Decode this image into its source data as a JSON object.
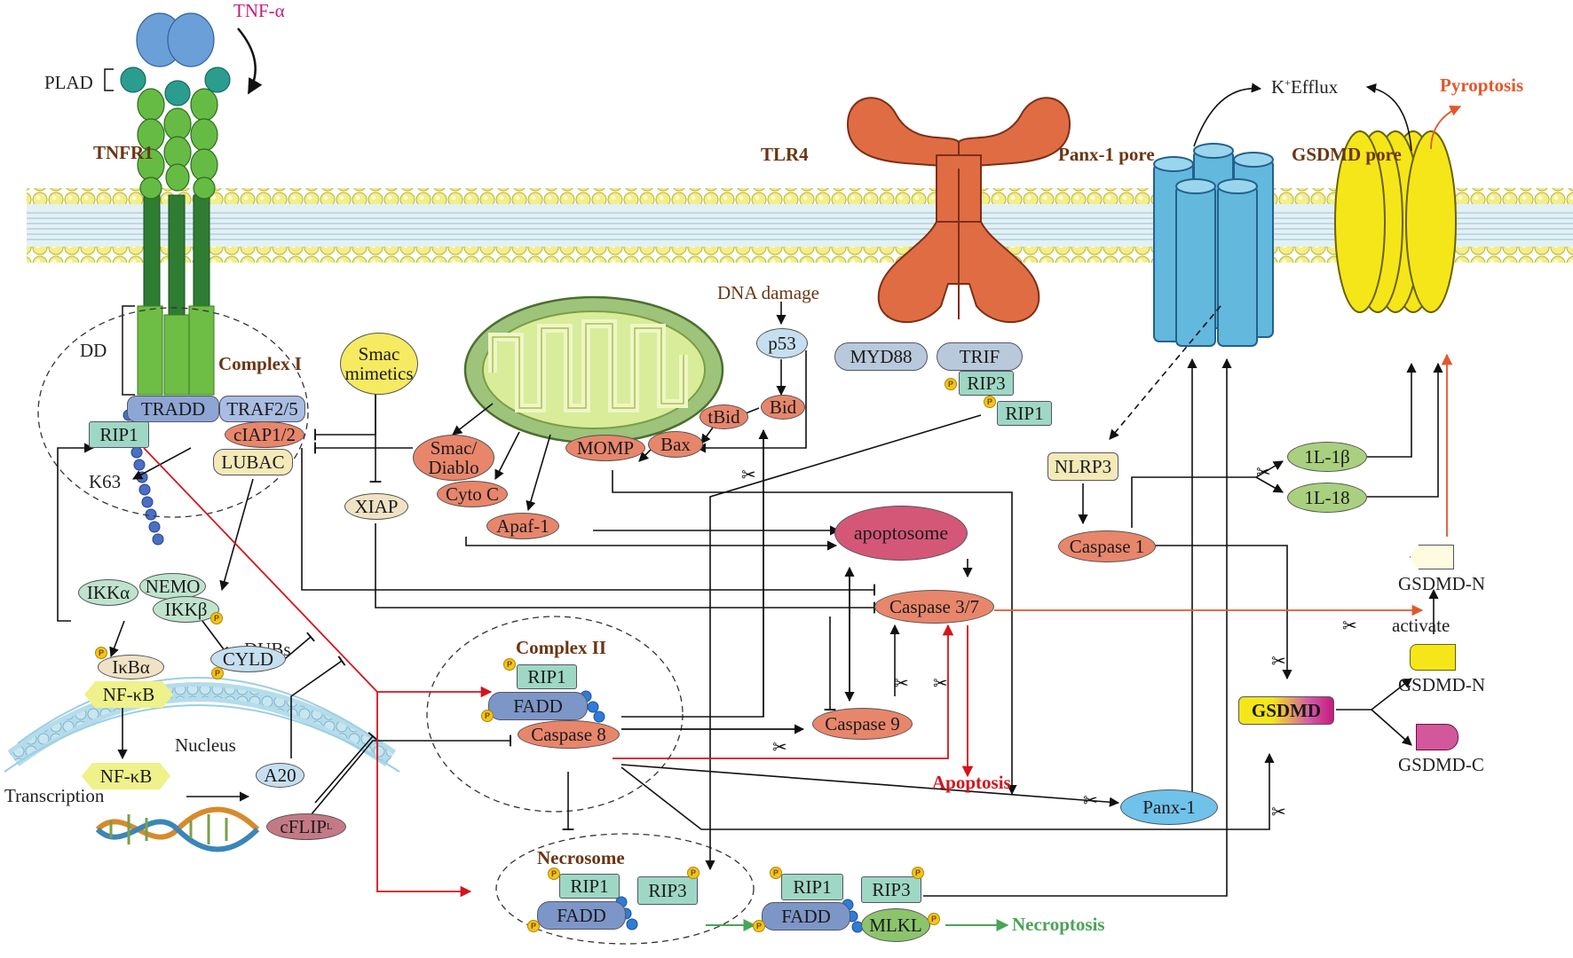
{
  "ligand": {
    "tnf": "TNF-α",
    "pland": "PLAD"
  },
  "receptors": {
    "tnfr1": "TNFR1",
    "tlr4": "TLR4",
    "panx_pore": "Panx-1 pore",
    "gsdmd_pore": "GSDMD pore",
    "dd": "DD"
  },
  "efflux": {
    "k": "K",
    "plus": "+",
    "text": "Efflux"
  },
  "outcomes": {
    "pyroptosis": "Pyroptosis",
    "apoptosis": "Apoptosis",
    "necroptosis": "Necroptosis"
  },
  "complex_i": {
    "title": "Complex I",
    "tradd": "TRADD",
    "traf": "TRAF2/5",
    "rip1": "RIP1",
    "ciap": "cIAP1/2",
    "lubac": "LUBAC",
    "k63": "K63"
  },
  "nfkb_path": {
    "ikka": "IKKα",
    "nemo": "NEMO",
    "ikkb": "IKKβ",
    "dubs": "DUBs",
    "ikba": "IκBα",
    "nfkb": "NF-κB",
    "cyld": "CYLD",
    "nucleus": "Nucleus",
    "nfkb2": "NF-κB",
    "transcription": "Transcription",
    "a20": "A20",
    "cflip": "cFLIP",
    "cflip_sub": "L"
  },
  "smac": {
    "line1": "Smac",
    "line2": "mimetics",
    "xiap": "XIAP"
  },
  "mito": {
    "smac_line1": "Smac/",
    "smac_line2": "Diablo",
    "cytoc": "Cyto C",
    "apaf": "Apaf-1",
    "momp": "MOMP",
    "bax": "Bax",
    "tbid": "tBid",
    "bid": "Bid",
    "p53": "p53",
    "dna_damage": "DNA damage"
  },
  "tlr": {
    "myd88": "MYD88",
    "trif": "TRIF",
    "rip3": "RIP3",
    "rip1": "RIP1"
  },
  "caspase": {
    "apoptosome": "apoptosome",
    "casp37": "Caspase 3/7",
    "casp9": "Caspase 9",
    "casp8": "Caspase 8",
    "casp1": "Caspase 1"
  },
  "complex_ii": {
    "title": "Complex II",
    "rip1": "RIP1",
    "fadd": "FADD",
    "casp8": "Caspase 8"
  },
  "necrosome": {
    "title": "Necrosome",
    "rip1": "RIP1",
    "rip3": "RIP3",
    "fadd": "FADD"
  },
  "necro_out": {
    "rip1": "RIP1",
    "rip3": "RIP3",
    "fadd": "FADD",
    "mlkl": "MLKL"
  },
  "pyro": {
    "nlrp3": "NLRP3",
    "il1b": "1L-1β",
    "il18": "1L-18",
    "gsdmd": "GSDMD",
    "gsdmd_n_top": "GSDMD-N",
    "activate": "activate",
    "gsdmd_n": "GSDMD-N",
    "gsdmd_c": "GSDMD-C",
    "panx1": "Panx-1"
  },
  "phospho": "P",
  "colors": {
    "red": "#d4141c",
    "green": "#4aa457",
    "orange": "#e2582b",
    "brown": "#6b3512",
    "magenta": "#c61a7c"
  }
}
